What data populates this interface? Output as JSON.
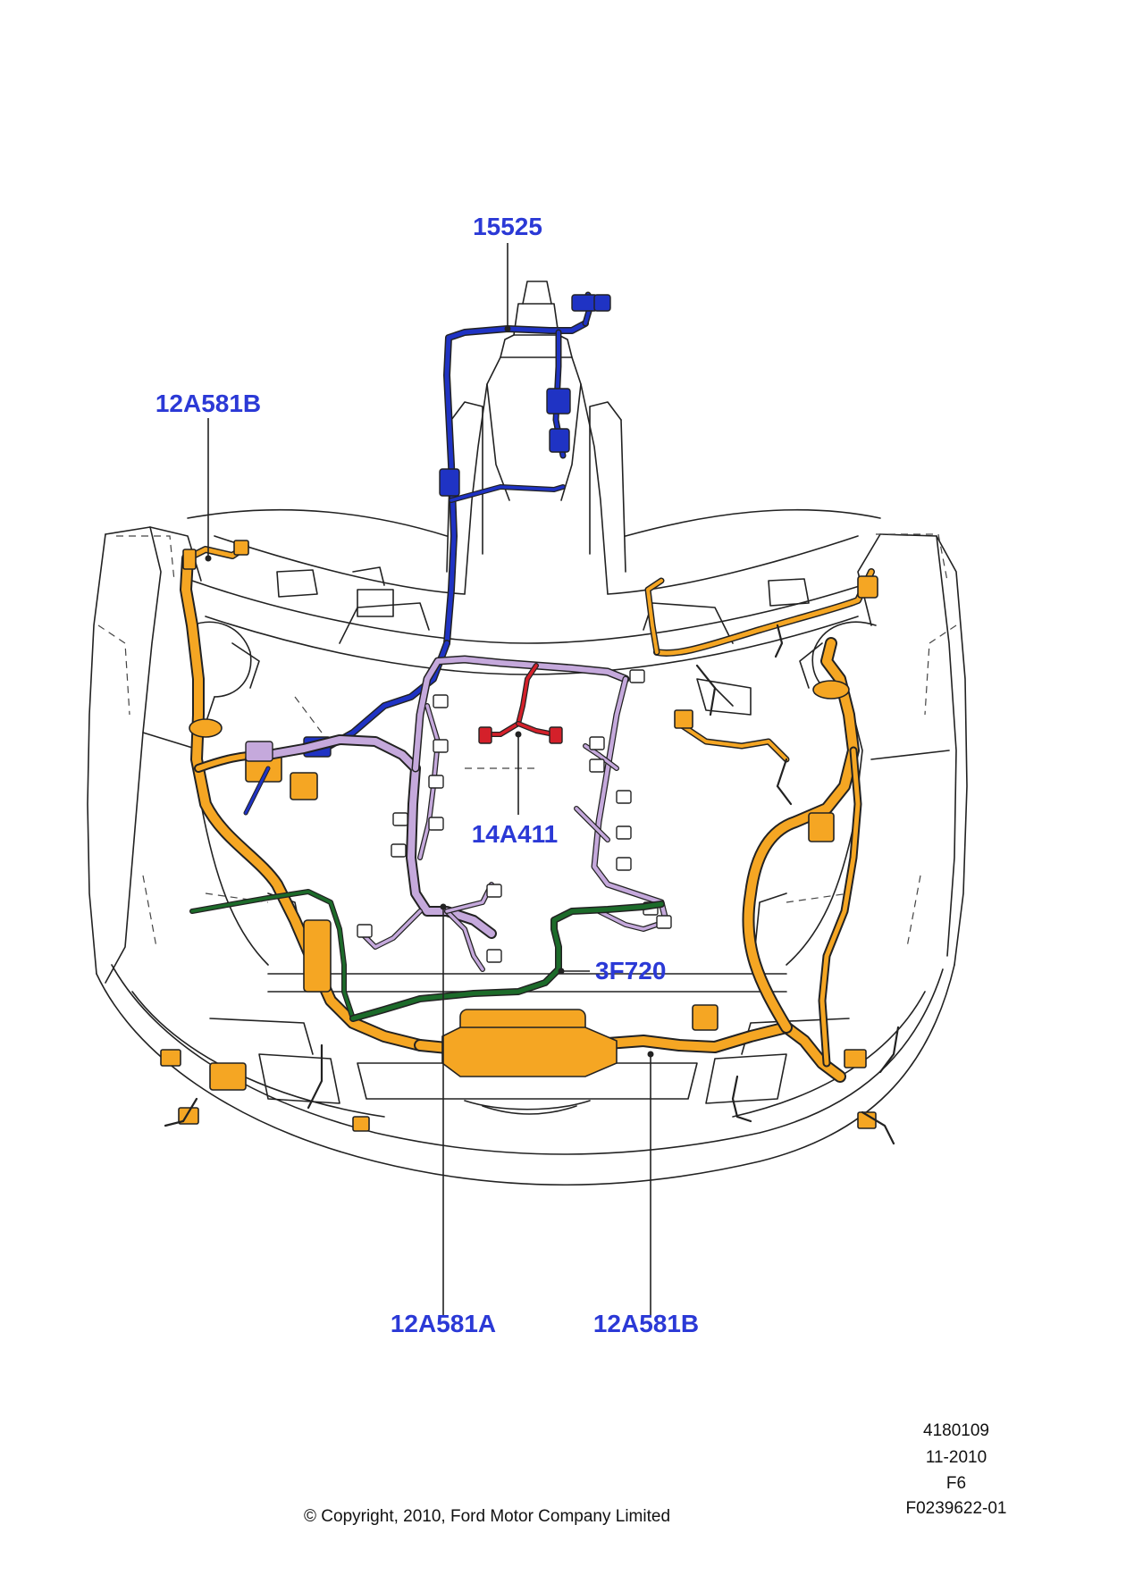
{
  "colors": {
    "callout_text": "#2b39d6",
    "outline": "#222222",
    "harness_orange": "#f5a623",
    "harness_blue": "#1f33c4",
    "harness_lavender": "#c5a9dc",
    "harness_red": "#d4202a",
    "harness_green": "#1c6b2a"
  },
  "callouts": [
    {
      "id": "15525",
      "label": "15525",
      "harness_color": "blue"
    },
    {
      "id": "12A581B_top",
      "label": "12A581B",
      "harness_color": "orange"
    },
    {
      "id": "14A411",
      "label": "14A411",
      "harness_color": "red"
    },
    {
      "id": "3F720",
      "label": "3F720",
      "harness_color": "green"
    },
    {
      "id": "12A581A",
      "label": "12A581A",
      "harness_color": "lavender"
    },
    {
      "id": "12A581B_bottom",
      "label": "12A581B",
      "harness_color": "orange"
    }
  ],
  "footer": {
    "illustration_number": "4180109",
    "date": "11-2010",
    "code": "F6",
    "figure_id": "F0239622-01",
    "copyright": "© Copyright, 2010, Ford Motor Company Limited"
  }
}
